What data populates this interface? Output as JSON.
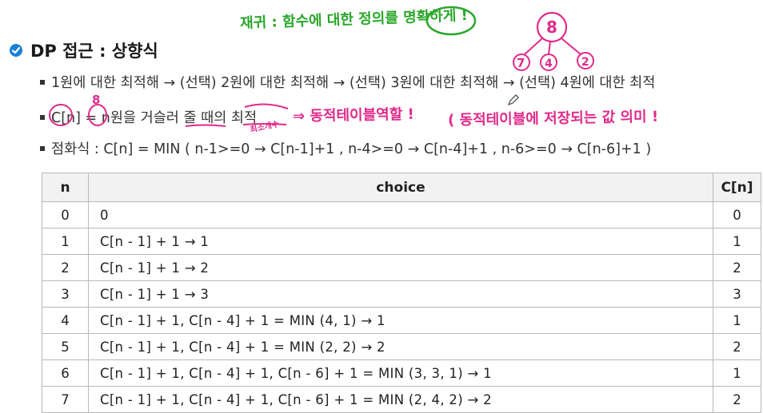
{
  "title": "DP 접근 : 상향식",
  "bullets": [
    "1원에 대한 최적해 → (선택) 2원에 대한 최적해 → (선택) 3원에 대한 최적해 → (선택) 4원에 대한 최적",
    "C[n] = n원을 거슬러 줄 때의 최적",
    "점화식 : C[n] = MIN ( n-1>=0 → C[n-1]+1 , n-4>=0 → C[n-4]+1 , n-6>=0 → C[n-6]+1 )"
  ],
  "table": {
    "headers": [
      "n",
      "choice",
      "C[n]"
    ],
    "rows": [
      {
        "n": "0",
        "choice": "0",
        "c": "0"
      },
      {
        "n": "1",
        "choice": "C[n - 1] + 1  →  1",
        "c": "1"
      },
      {
        "n": "2",
        "choice": "C[n - 1] + 1  →  2",
        "c": "2"
      },
      {
        "n": "3",
        "choice": "C[n - 1] + 1  →  3",
        "c": "3"
      },
      {
        "n": "4",
        "choice": "C[n - 1] + 1, C[n - 4] + 1 = MIN (4, 1) → 1",
        "c": "1"
      },
      {
        "n": "5",
        "choice": "C[n - 1] + 1, C[n - 4] + 1 = MIN (2, 2) → 2",
        "c": "2"
      },
      {
        "n": "6",
        "choice": "C[n - 1] + 1, C[n - 4] + 1, C[n - 6] + 1 = MIN (3, 3, 1) → 1",
        "c": "1"
      },
      {
        "n": "7",
        "choice": "C[n - 1] + 1, C[n - 4] + 1, C[n - 6] + 1 = MIN (2, 4, 2) → 2",
        "c": "2"
      }
    ]
  },
  "annotations": {
    "green_note": "재귀 : 함수에 대한 정의를 명확하게 !",
    "pink_note_1": "⇒ 동적테이블역할 !",
    "pink_note_2": "( 동적테이블에 저장되는 값 의미 !",
    "small_note": "최소개수",
    "tree_root": "8",
    "tree_children": [
      "7",
      "4",
      "2"
    ],
    "mark_over_n": "8"
  },
  "colors": {
    "check": "#1a7fd4",
    "pen_pink": "#e02a8a",
    "pen_green": "#2aa62a",
    "header_bg": "#f2f2f2"
  }
}
